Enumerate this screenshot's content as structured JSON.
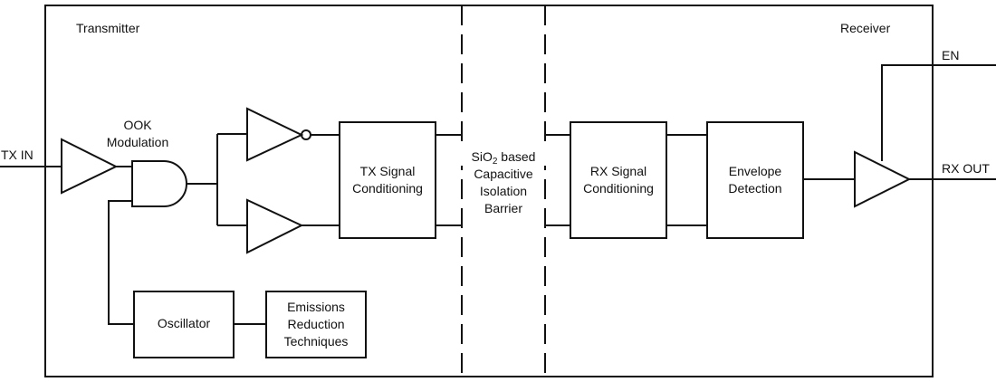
{
  "sections": {
    "transmitter": "Transmitter",
    "receiver": "Receiver"
  },
  "signals": {
    "tx_in": "TX IN",
    "en": "EN",
    "rx_out": "RX OUT"
  },
  "ook_modulation": "OOK\nModulation",
  "blocks": {
    "tx_signal_conditioning": "TX Signal\nConditioning",
    "rx_signal_conditioning": "RX Signal\nConditioning",
    "envelope_detection": "Envelope\nDetection",
    "oscillator": "Oscillator",
    "emissions_reduction": "Emissions\nReduction\nTechniques"
  },
  "barrier": {
    "formula_prefix": "SiO",
    "formula_subscript": "2",
    "formula_suffix": " based",
    "rest": "Capacitive\nIsolation\nBarrier"
  }
}
